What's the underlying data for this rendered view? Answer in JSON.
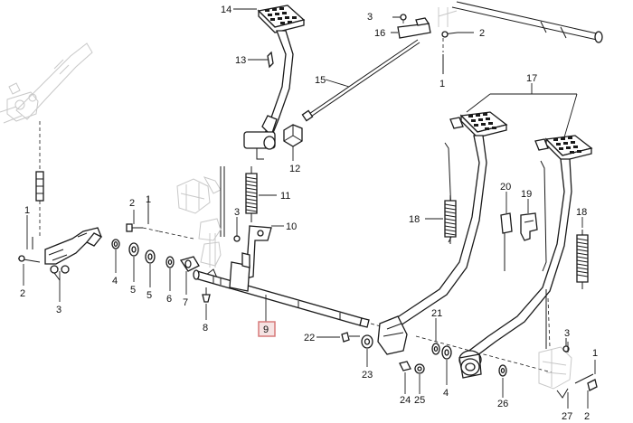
{
  "callouts": {
    "c14": "14",
    "c3_top": "3",
    "c16": "16",
    "c2_top": "2",
    "c1_top": "1",
    "c13": "13",
    "c15": "15",
    "c17": "17",
    "c12": "12",
    "c11": "11",
    "c20": "20",
    "c19": "19",
    "c18_left": "18",
    "c18_right": "18",
    "c2_mid": "2",
    "c1_mid": "1",
    "c3_mid": "3",
    "c10": "10",
    "c1_left": "1",
    "c4_left": "4",
    "c5_a": "5",
    "c5_b": "5",
    "c6": "6",
    "c7": "7",
    "c2_left": "2",
    "c3_left": "3",
    "c8": "8",
    "c9": "9",
    "c21": "21",
    "c22": "22",
    "c23": "23",
    "c24": "24",
    "c25": "25",
    "c4_right": "4",
    "c26": "26",
    "c3_right": "3",
    "c1_right": "1",
    "c27": "27",
    "c2_right": "2"
  },
  "highlighted_part": "9",
  "colors": {
    "line": "#1a1a1a",
    "highlight_fill": "#f6e3e3",
    "highlight_border": "#d77a7a",
    "background": "#ffffff"
  }
}
